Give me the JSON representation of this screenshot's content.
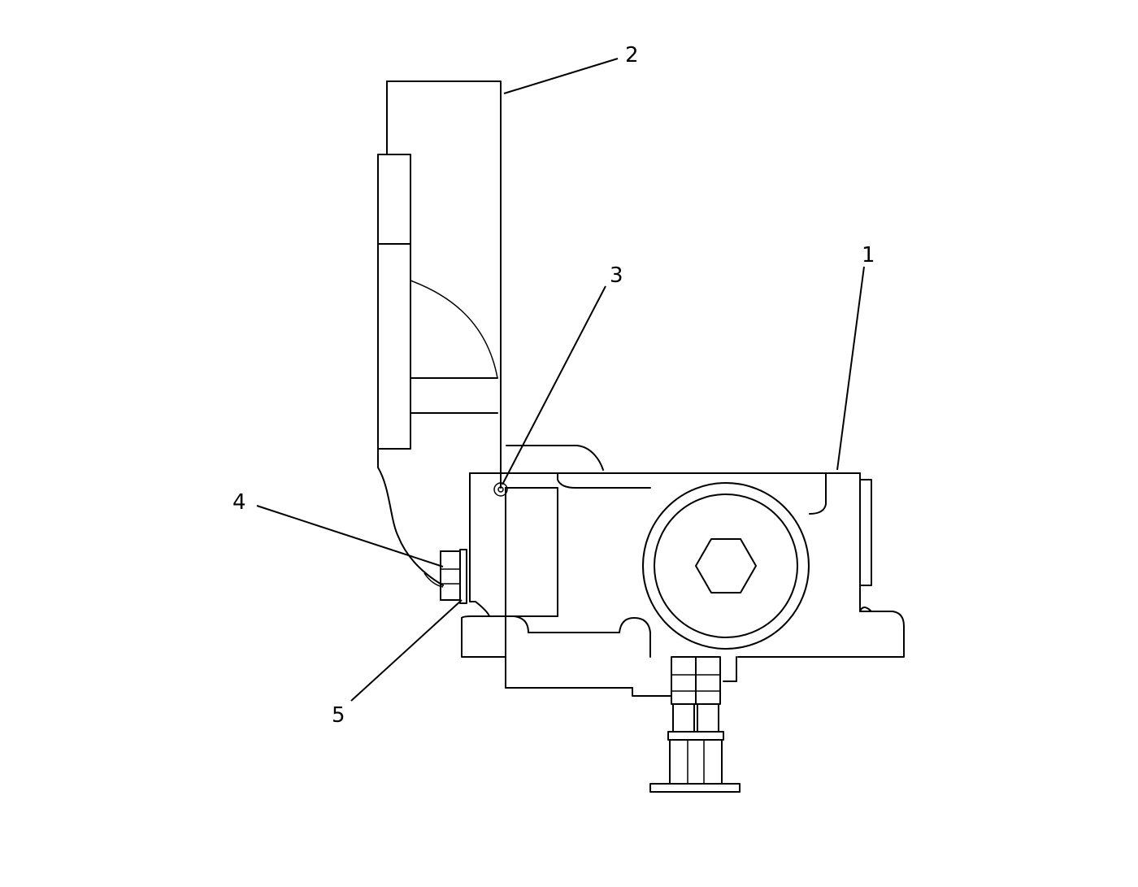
{
  "callouts": {
    "c1": "1",
    "c2": "2",
    "c3": "3",
    "c4": "4",
    "c5": "5"
  },
  "colors": {
    "line": "#000000",
    "background": "#ffffff"
  }
}
